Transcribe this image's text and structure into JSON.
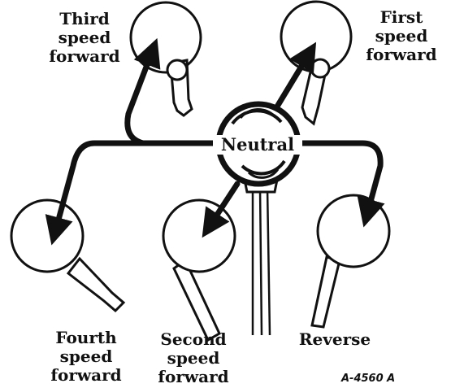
{
  "center_label": "Neutral",
  "positions": [
    {
      "id": "third",
      "lines": [
        "Third",
        "speed",
        "forward"
      ]
    },
    {
      "id": "first",
      "lines": [
        "First",
        "speed",
        "forward"
      ]
    },
    {
      "id": "fourth",
      "lines": [
        "Fourth",
        "speed",
        "forward"
      ]
    },
    {
      "id": "second",
      "lines": [
        "Second",
        "speed",
        "forward"
      ]
    },
    {
      "id": "reverse",
      "lines": [
        "Reverse"
      ]
    }
  ],
  "figure_code": "A-4560 A"
}
